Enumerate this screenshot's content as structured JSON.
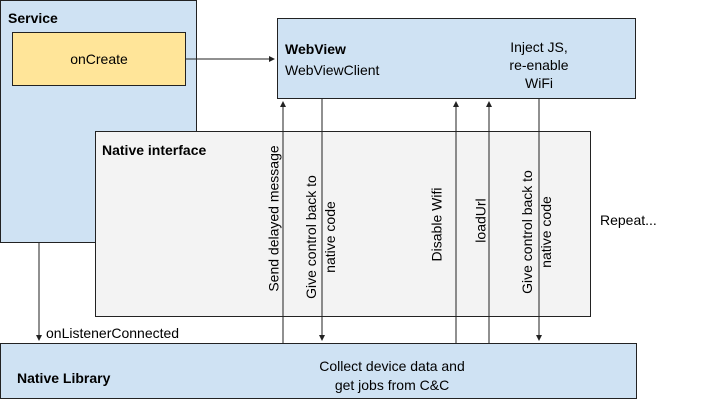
{
  "service": {
    "title": "Service",
    "oncreate": "onCreate"
  },
  "webview": {
    "title": "WebView",
    "client": "WebViewClient",
    "note_lines": [
      "Inject JS,",
      "re-enable",
      "WiFi"
    ]
  },
  "native_interface": {
    "title": "Native interface"
  },
  "native_library": {
    "title": "Native Library",
    "note_lines": [
      "Collect device data and",
      "get jobs from C&C"
    ]
  },
  "edges": {
    "on_listener_connected": "onListenerConnected",
    "send_delayed_message": "Send delayed message",
    "give_control_1": [
      "Give control back to",
      "native code"
    ],
    "disable_wifi": "Disable Wifi",
    "load_url": "loadUrl",
    "give_control_2": [
      "Give control back to",
      "native code"
    ],
    "repeat": "Repeat..."
  },
  "colors": {
    "blue": "#cfe2f3",
    "yellow": "#ffe599",
    "grey": "#f3f3f3",
    "line": "#222222"
  }
}
